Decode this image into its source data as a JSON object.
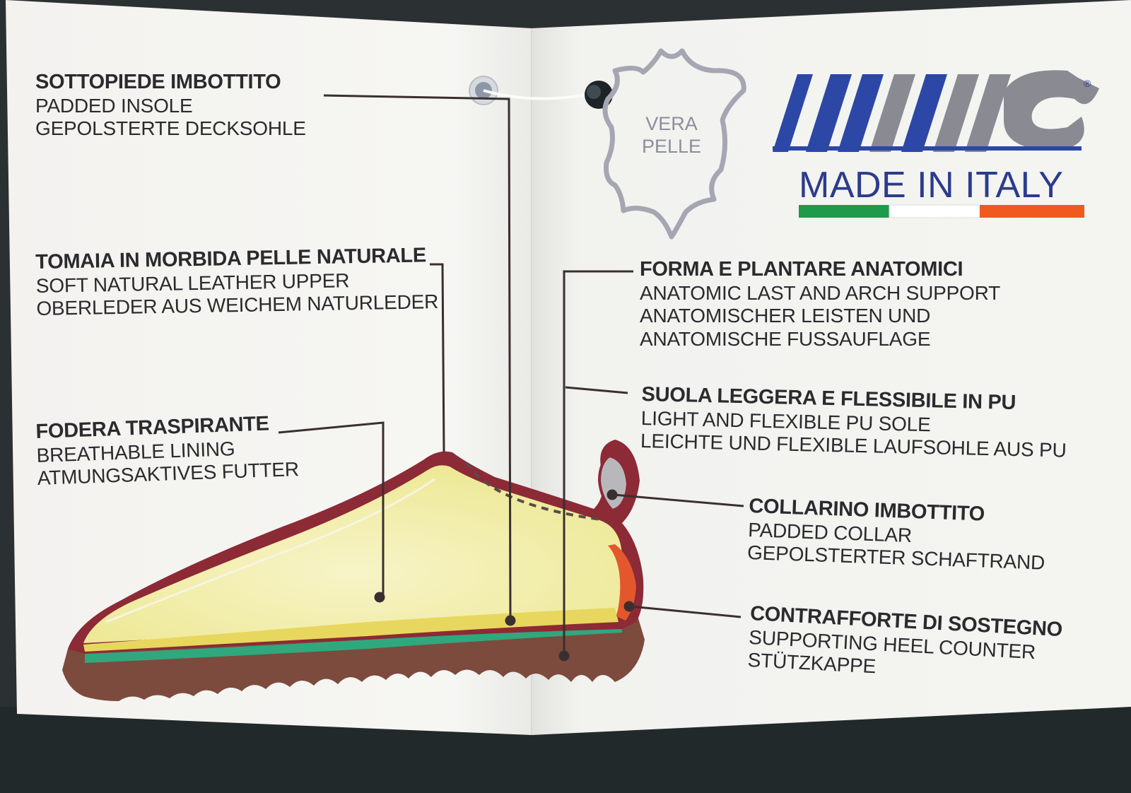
{
  "brand": {
    "logo_text": "IMAC",
    "registered_mark": "®",
    "made_in": "MADE IN ITALY",
    "flag_colors": [
      "#1f9a4a",
      "#ffffff",
      "#f05a1e"
    ],
    "brand_color": "#2c3b8c"
  },
  "leather_badge": {
    "line1": "VERA",
    "line2": "PELLE",
    "icon": "leather-hide-icon"
  },
  "features": [
    {
      "it": "SOTTOPIEDE IMBOTTITO",
      "en": "PADDED INSOLE",
      "de": "GEPOLSTERTE DECKSOHLE"
    },
    {
      "it": "TOMAIA IN MORBIDA PELLE NATURALE",
      "en": "SOFT NATURAL LEATHER UPPER",
      "de": "OBERLEDER AUS WEICHEM NATURLEDER"
    },
    {
      "it": "FODERA TRASPIRANTE",
      "en": "BREATHABLE LINING",
      "de": "ATMUNGSAKTIVES FUTTER"
    },
    {
      "it": "FORMA E PLANTARE ANATOMICI",
      "en": "ANATOMIC LAST AND ARCH SUPPORT",
      "de": "ANATOMISCHER LEISTEN UND",
      "de2": "ANATOMISCHE FUSSAUFLAGE"
    },
    {
      "it": "SUOLA LEGGERA E FLESSIBILE IN PU",
      "en": "LIGHT AND FLEXIBLE PU SOLE",
      "de": "LEICHTE UND FLEXIBLE LAUFSOHLE AUS PU"
    },
    {
      "it": "COLLARINO IMBOTTITO",
      "en": "PADDED COLLAR",
      "de": "GEPOLSTERTER SCHAFTRAND"
    },
    {
      "it": "CONTRAFFORTE DI SOSTEGNO",
      "en": "SUPPORTING HEEL COUNTER",
      "de": "STÜTZKAPPE"
    }
  ],
  "colors": {
    "sole": "#7d4a3e",
    "upper": "#8c2a36",
    "lining": "#f2efb6",
    "insole": "#e8d75e",
    "midsole": "#2fa87e",
    "heel_counter": "#e4572c",
    "collar_pad": "#b8b8bc"
  }
}
